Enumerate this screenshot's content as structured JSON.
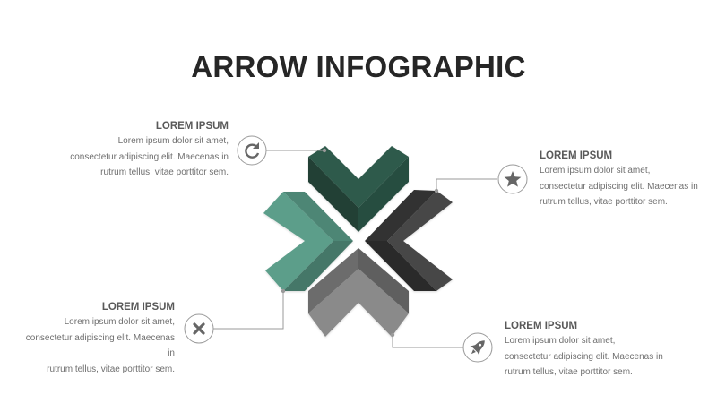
{
  "title": "ARROW INFOGRAPHIC",
  "blocks": [
    {
      "heading": "LOREM IPSUM",
      "lines": [
        "Lorem ipsum dolor sit amet,",
        "consectetur adipiscing elit. Maecenas in",
        "rutrum tellus, vitae porttitor sem."
      ],
      "icon": "refresh-icon"
    },
    {
      "heading": "LOREM IPSUM",
      "lines": [
        "Lorem ipsum dolor sit amet,",
        "consectetur adipiscing elit. Maecenas in",
        "rutrum tellus, vitae porttitor sem."
      ],
      "icon": "star-icon"
    },
    {
      "heading": "LOREM IPSUM",
      "lines": [
        "Lorem ipsum dolor sit amet,",
        "consectetur adipiscing elit. Maecenas in",
        "rutrum tellus, vitae porttitor sem."
      ],
      "icon": "close-icon"
    },
    {
      "heading": "LOREM IPSUM",
      "lines": [
        "Lorem ipsum dolor sit amet,",
        "consectetur adipiscing elit. Maecenas in",
        "rutrum tellus, vitae porttitor sem."
      ],
      "icon": "rocket-icon"
    }
  ],
  "colors": {
    "top_arrow": "#2e5a4b",
    "right_arrow": "#474747",
    "left_arrow": "#5c9e8a",
    "bottom_arrow": "#8a8a8a",
    "connector": "#9a9a9a",
    "icon": "#666666"
  }
}
